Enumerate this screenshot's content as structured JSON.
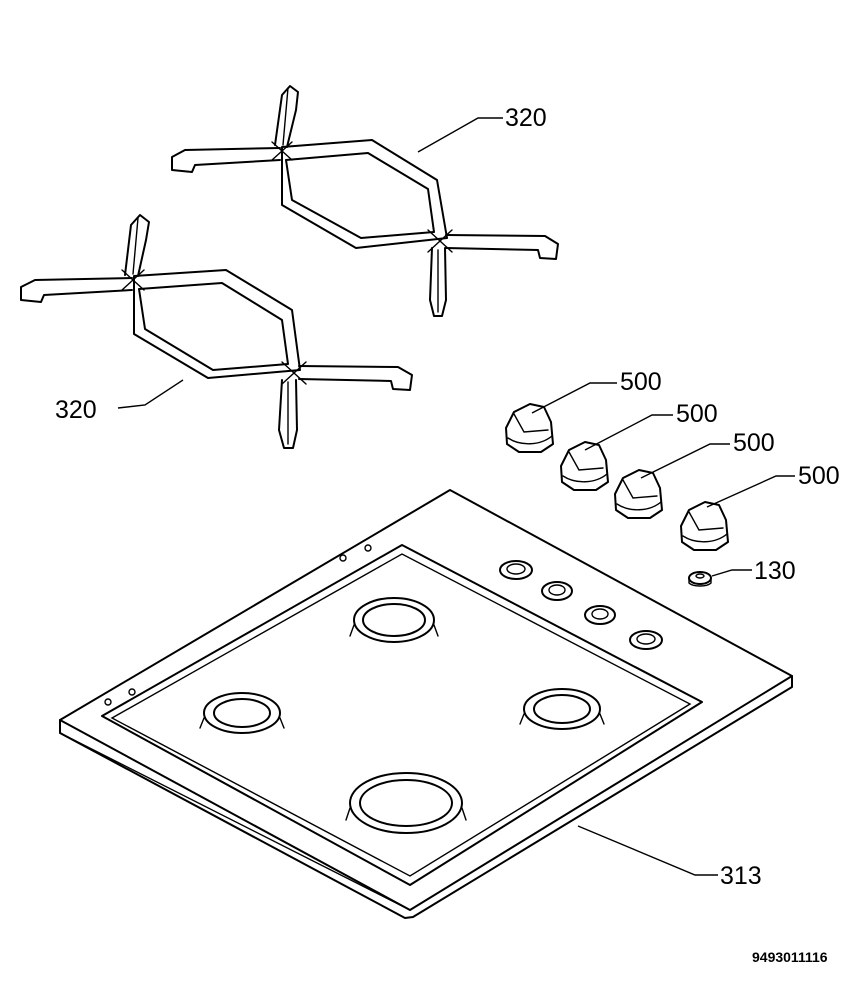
{
  "labels": {
    "grate_upper": "320",
    "grate_lower": "320",
    "knob_1": "500",
    "knob_2": "500",
    "knob_3": "500",
    "knob_4": "500",
    "part_130": "130",
    "hob_top": "313"
  },
  "drawing_code": "9493011116"
}
